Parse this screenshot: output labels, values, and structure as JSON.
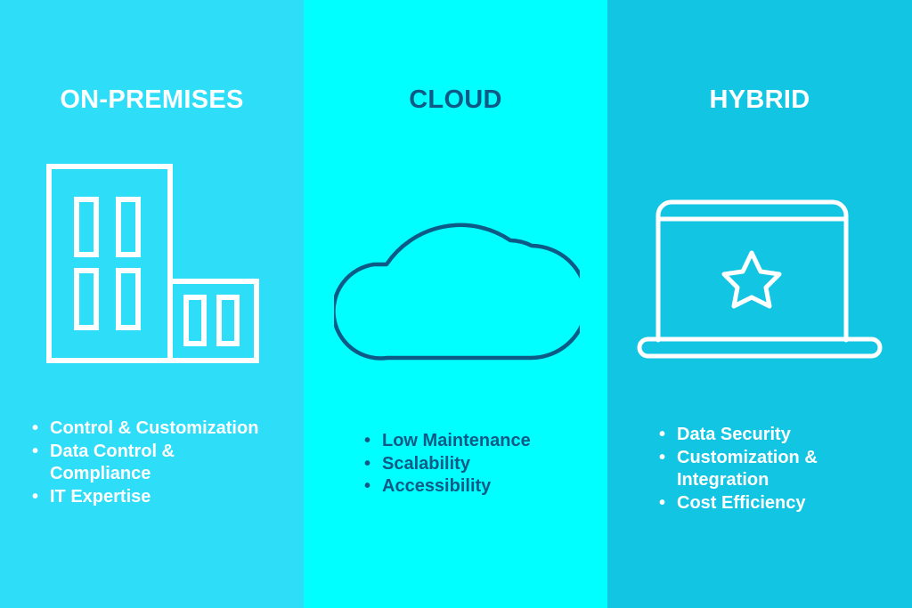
{
  "colors": {
    "on_premises_bg": "#2EDDF8",
    "cloud_bg": "#00FFFF",
    "hybrid_bg": "#12C6E3",
    "cloud_text": "#0E5A86",
    "light_text": "#FFFFFF"
  },
  "columns": [
    {
      "title": "ON-PREMISES",
      "icon": "building-icon",
      "items": [
        "Control & Customization",
        "Data Control & Compliance",
        "IT Expertise"
      ]
    },
    {
      "title": "CLOUD",
      "icon": "cloud-icon",
      "items": [
        "Low Maintenance",
        "Scalability",
        "Accessibility"
      ]
    },
    {
      "title": "HYBRID",
      "icon": "laptop-star-icon",
      "items": [
        "Data Security",
        "Customization & Integration",
        "Cost Efficiency"
      ]
    }
  ]
}
